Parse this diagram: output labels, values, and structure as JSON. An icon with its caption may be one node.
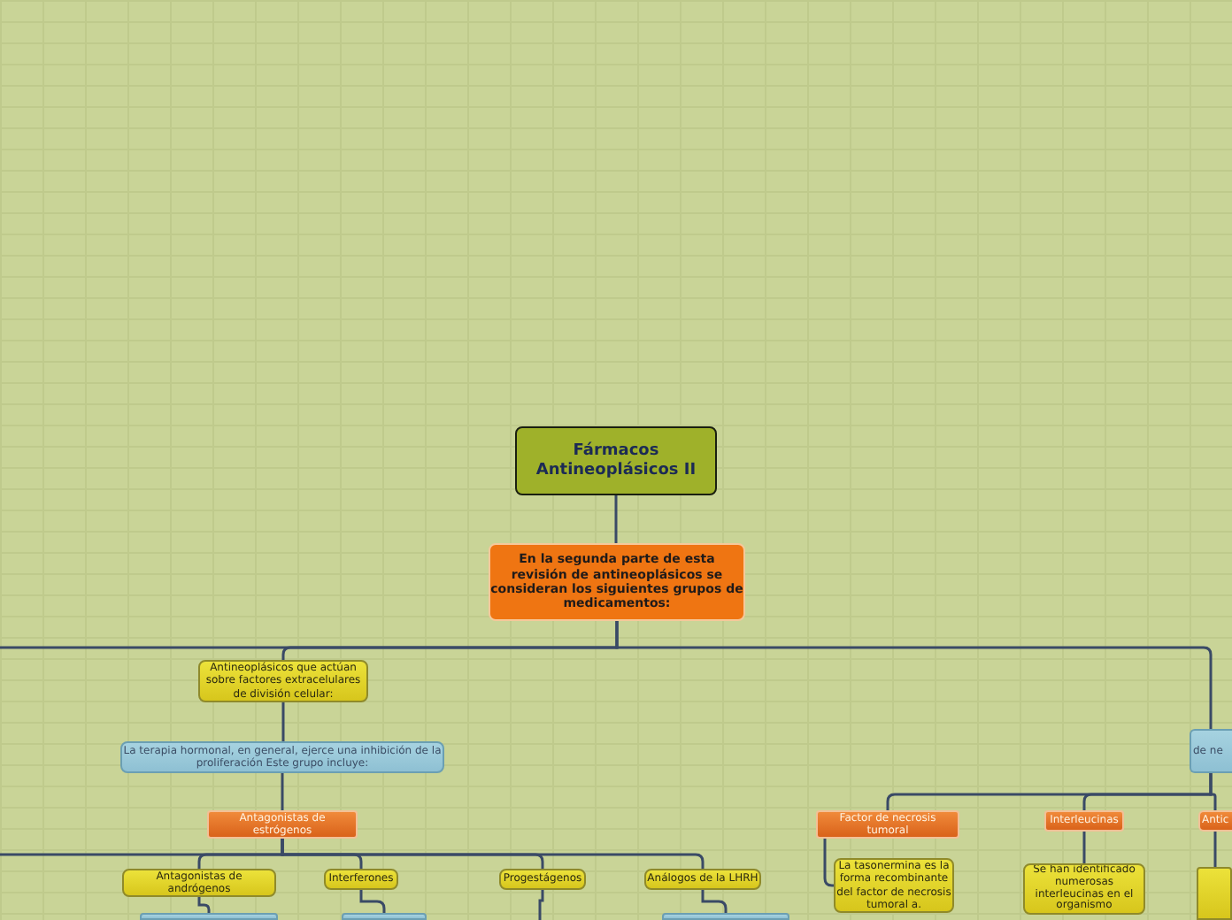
{
  "diagram": {
    "nodes": [
      {
        "text": [
          "Fármacos Antineoplásicos II"
        ]
      },
      {
        "text": [
          "En la segunda parte de esta revisión de antineoplásicos se consideran los siguientes grupos de medicamentos:"
        ]
      },
      {
        "text": [
          "Antineoplásicos que actúan sobre factores extracelulares de división celular:"
        ]
      },
      {
        "text": [
          "La terapia hormonal, en general, ejerce una inhibición de la proliferación Este grupo incluye:"
        ]
      },
      {
        "text": [
          "Antagonistas de estrógenos"
        ]
      },
      {
        "text": [
          "Antagonistas de andrógenos"
        ]
      },
      {
        "text": [
          "Interferones"
        ]
      },
      {
        "text": [
          "Progestágenos"
        ]
      },
      {
        "text": [
          "Análogos de la LHRH"
        ]
      },
      {
        "text": [
          "de ne"
        ]
      },
      {
        "text": [
          "Factor de necrosis tumoral"
        ]
      },
      {
        "text": [
          "Interleucinas"
        ]
      },
      {
        "text": [
          "Antic"
        ]
      },
      {
        "text": [
          "La tasonermina es la forma recombinante del factor de necrosis tumoral a."
        ]
      },
      {
        "text": [
          "Se han identificado numerosas interleucinas en el organismo"
        ]
      },
      {
        "text": [],
        "shape": "box"
      },
      {
        "text": [],
        "shape": "box"
      },
      {
        "text": [],
        "shape": "box"
      },
      {
        "text": [],
        "shape": "box"
      }
    ],
    "edges": [
      {
        "from": 0,
        "to": 1,
        "arrow": "none"
      },
      {
        "from": 1,
        "to": 2,
        "arrow": "none"
      },
      {
        "from": 1,
        "to": 9,
        "arrow": "none"
      },
      {
        "from": 1,
        "to": null,
        "arrow": "none"
      },
      {
        "from": 2,
        "to": 3,
        "arrow": "none"
      },
      {
        "from": 3,
        "to": 4,
        "arrow": "none"
      },
      {
        "from": 4,
        "to": 5,
        "arrow": "none"
      },
      {
        "from": 4,
        "to": 6,
        "arrow": "none"
      },
      {
        "from": 4,
        "to": 7,
        "arrow": "none"
      },
      {
        "from": 4,
        "to": 8,
        "arrow": "none"
      },
      {
        "from": 4,
        "to": null,
        "arrow": "none"
      },
      {
        "from": 9,
        "to": 10,
        "arrow": "none"
      },
      {
        "from": 9,
        "to": 11,
        "arrow": "none"
      },
      {
        "from": 9,
        "to": 12,
        "arrow": "none"
      },
      {
        "from": 10,
        "to": 13,
        "arrow": "none"
      },
      {
        "from": 11,
        "to": 14,
        "arrow": "none"
      },
      {
        "from": 12,
        "to": 15,
        "arrow": "none"
      },
      {
        "from": 5,
        "to": 16,
        "arrow": "none"
      },
      {
        "from": 6,
        "to": 17,
        "arrow": "none"
      },
      {
        "from": 8,
        "to": 18,
        "arrow": "none"
      },
      {
        "from": 7,
        "to": null,
        "arrow": "none"
      }
    ]
  }
}
